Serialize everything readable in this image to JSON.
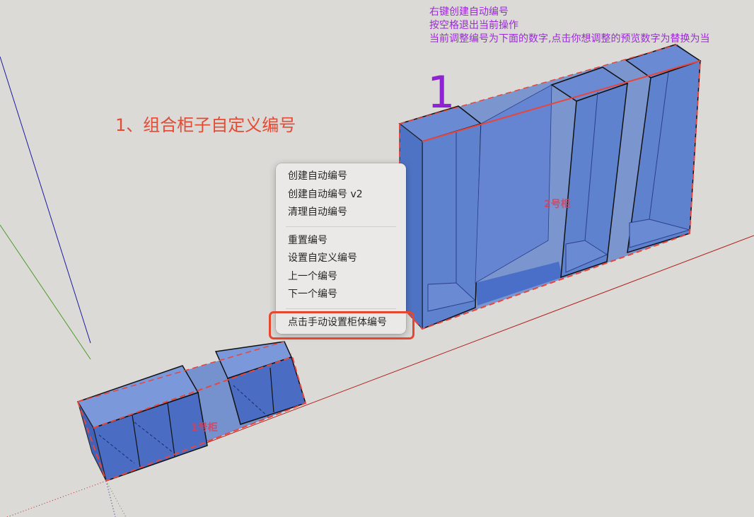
{
  "hint_text": {
    "line1": "右键创建自动编号",
    "line2": "按空格退出当前操作",
    "line3": "当前调整编号为下面的数字,点击你想调整的预览数字为替换为当"
  },
  "preview_number": "1",
  "title_annotation": "1、组合柜子自定义编号",
  "cabinets": [
    {
      "label": "1号柜"
    },
    {
      "label": "2号柜"
    }
  ],
  "context_menu": {
    "groups": [
      [
        "创建自动编号",
        "创建自动编号 v2",
        "清理自动编号"
      ],
      [
        "重置编号",
        "设置自定义编号",
        "上一个编号",
        "下一个编号"
      ],
      [
        "点击手动设置柜体编号"
      ]
    ]
  },
  "colors": {
    "background": "#dcdad6",
    "hint_purple": "#9a2ad8",
    "annotation_red": "#e54a33",
    "cabinet_blue": "#5b7fcc",
    "selection_dash": "#e8453c",
    "axis_blue": "#1a1aa0",
    "axis_green": "#4c9a2a",
    "axis_red": "#b02020"
  }
}
